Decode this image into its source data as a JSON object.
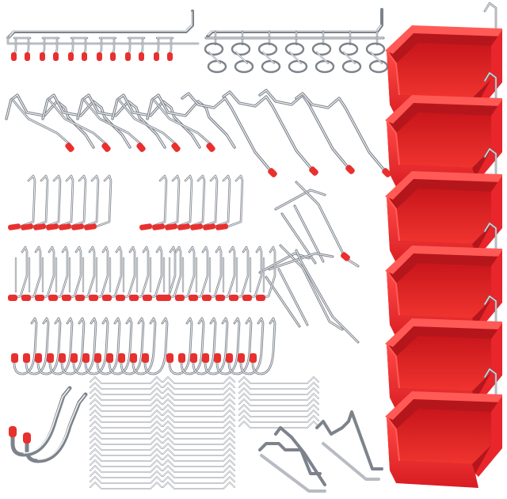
{
  "image": {
    "background_color": "#ffffff",
    "accent_colors": {
      "bin_red": "#e8262b",
      "bin_red_dark": "#b5161b",
      "bin_red_light": "#ff5a55",
      "tip_red": "#e8302f",
      "chrome": "#b8bcc2",
      "chrome_dark": "#7d838b"
    },
    "items": [
      "double-rail-hook-strip",
      "ring-hook-strip",
      "long-single-prong-hooks",
      "double-prong-hooks",
      "l-hooks",
      "j-hooks",
      "large-double-hook",
      "peg-locks",
      "pegboard-bins"
    ],
    "bin_count": 6
  }
}
